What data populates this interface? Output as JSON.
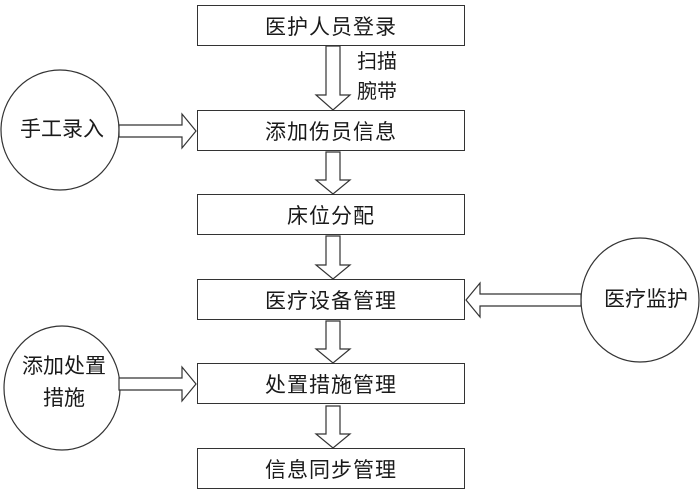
{
  "diagram": {
    "steps": [
      {
        "id": "login",
        "label": "医护人员登录"
      },
      {
        "id": "add-info",
        "label": "添加伤员信息"
      },
      {
        "id": "bed",
        "label": "床位分配"
      },
      {
        "id": "device",
        "label": "医疗设备管理"
      },
      {
        "id": "measure",
        "label": "处置措施管理"
      },
      {
        "id": "sync",
        "label": "信息同步管理"
      }
    ],
    "flow_annotation": {
      "line1": "扫描",
      "line2": "腕带"
    },
    "inputs": [
      {
        "id": "manual",
        "label": "手工录入",
        "target": "add-info"
      },
      {
        "id": "monitor",
        "label": "医疗监护",
        "target": "device"
      },
      {
        "id": "add-measure",
        "line1": "添加处置",
        "line2": "措施",
        "target": "measure"
      }
    ]
  }
}
